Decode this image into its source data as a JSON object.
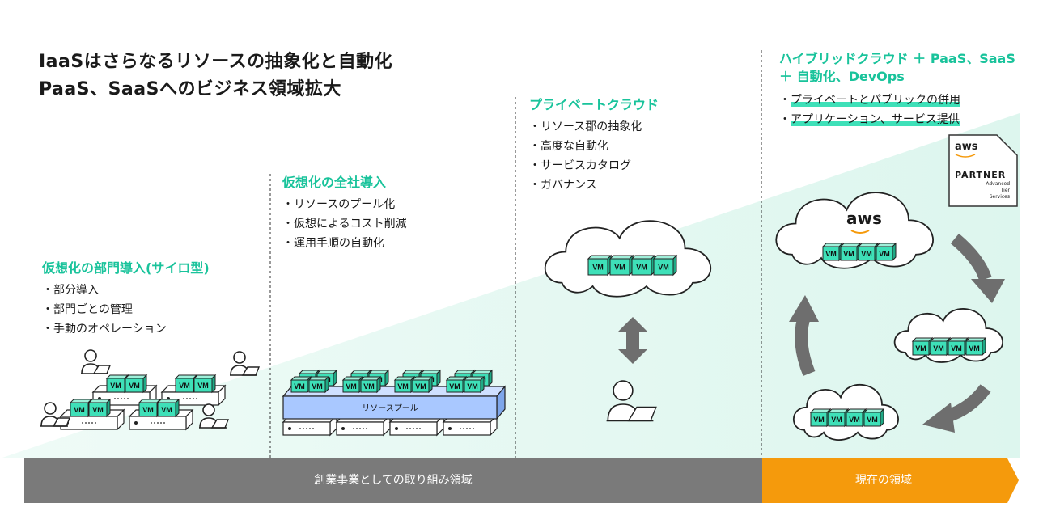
{
  "heading": {
    "line1": "IaaSはさらなるリソースの抽象化と自動化",
    "line2": "PaaS、SaaSへのビジネス領域拡大"
  },
  "stages": [
    {
      "title": "仮想化の部門導入(サイロ型)",
      "bullets": [
        "部分導入",
        "部門ごとの管理",
        "手動のオペレーション"
      ]
    },
    {
      "title": "仮想化の全社導入",
      "bullets": [
        "リソースのプール化",
        "仮想によるコスト削減",
        "運用手順の自動化"
      ]
    },
    {
      "title": "プライベートクラウド",
      "bullets": [
        "リソース郡の抽象化",
        "高度な自動化",
        "サービスカタログ",
        "ガバナンス"
      ]
    },
    {
      "title_line1": "ハイブリッドクラウド ＋ PaaS、SaaS",
      "title_line2": "＋ 自動化、DevOps",
      "bullets": [
        "プライベートとパブリックの併用",
        "アプリケーション、サービス提供"
      ]
    }
  ],
  "vm_label": "VM",
  "resource_pool_label": "リソースプール",
  "aws_logo_text": "aws",
  "partner_badge": {
    "logo": "aws",
    "title": "PARTNER",
    "line1": "Advanced Tier",
    "line2": "Services"
  },
  "bottom_bar": {
    "left_label": "創業事業としての取り組み領域",
    "right_label": "現在の領域"
  },
  "colors": {
    "accent": "#19c39b",
    "vm_green": "#3ee0b8",
    "pool_blue": "#a9c8ff",
    "bar_gray": "#7a7a7a",
    "bar_orange": "#f59a0c",
    "arrow_gray": "#6e6e6e",
    "bg_tint": "#e6f8f2"
  },
  "icons": [
    "person-laptop-icon",
    "server-icon",
    "cloud-icon",
    "double-arrow-icon",
    "cycle-arrow-icon"
  ]
}
